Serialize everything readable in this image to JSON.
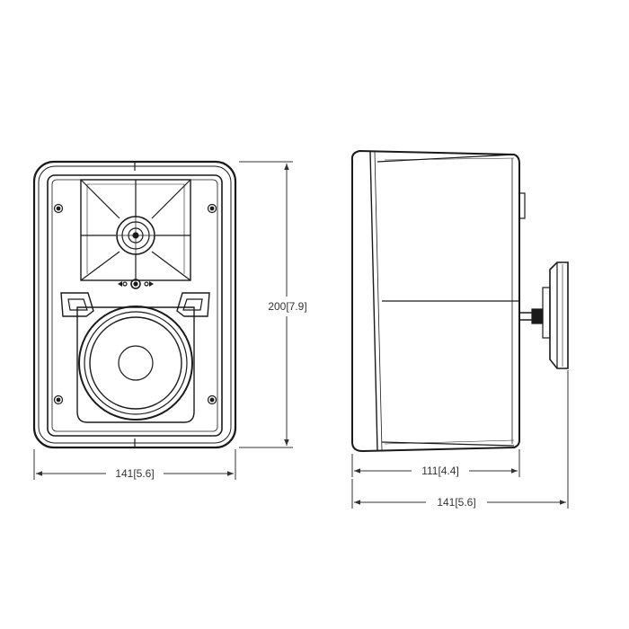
{
  "dimensions": {
    "front_width": "141[5.6]",
    "height": "200[7.9]",
    "side_depth_body": "111[4.4]",
    "side_depth_total": "141[5.6]"
  },
  "colors": {
    "line": "#1a1a1a",
    "dimension_line": "#333333",
    "background": "#ffffff"
  }
}
